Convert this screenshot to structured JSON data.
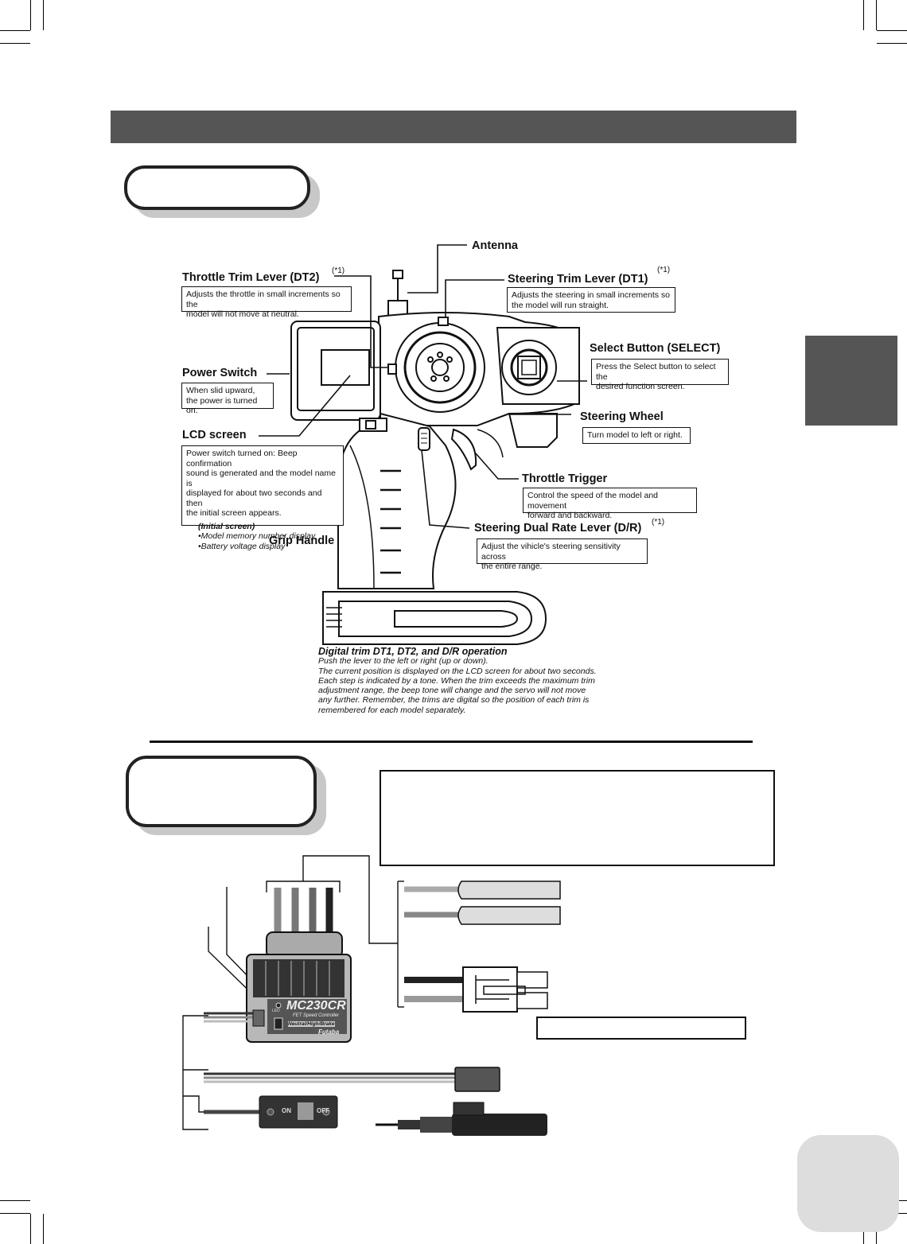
{
  "diagram": {
    "antenna": "Antenna",
    "throttle_trim": {
      "title": "Throttle Trim Lever (DT2)",
      "note": "(*1)",
      "desc": [
        "Adjusts the throttle in small increments so the",
        "model will not move at neutral."
      ]
    },
    "steering_trim": {
      "title": "Steering Trim Lever (DT1)",
      "note": "(*1)",
      "desc": [
        "Adjusts the steering in small increments so",
        "the model will run straight."
      ]
    },
    "select_button": {
      "title": "Select Button (SELECT)",
      "desc": [
        "Press the Select button to select the",
        "desired function screen."
      ]
    },
    "power_switch": {
      "title": "Power Switch",
      "desc": [
        "When slid upward,",
        "the power is turned on."
      ]
    },
    "steering_wheel": {
      "title": "Steering Wheel",
      "desc": [
        "Turn model to left or right."
      ]
    },
    "lcd_screen": {
      "title": "LCD screen",
      "desc": [
        "Power switch turned on: Beep confirmation",
        "sound is generated and the model name is",
        "displayed for about two seconds and then",
        "the initial screen appears."
      ],
      "initial_title": "(Initial screen)",
      "initial_items": [
        "•Model memory number display",
        "•Battery voltage display"
      ]
    },
    "throttle_trigger": {
      "title": "Throttle Trigger",
      "desc": [
        "Control the speed of the model and movement",
        "forward and backward."
      ]
    },
    "steering_dr": {
      "title": "Steering Dual Rate Lever (D/R)",
      "note": "(*1)",
      "desc": [
        "Adjust the vihicle's steering sensitivity across",
        "the entire range."
      ]
    },
    "grip_handle": "Grip Handle",
    "digital_trim": {
      "title": "Digital trim DT1, DT2, and D/R operation",
      "lines": [
        "Push the lever to the left or right (up or down).",
        "The current position is displayed on the LCD screen for about two seconds.",
        "Each step is indicated by a tone. When the trim exceeds the maximum trim",
        "adjustment range, the beep tone will change and the servo will not move",
        "any further. Remember, the trims are digital so the position of each trim is",
        "remembered for each model separately."
      ]
    }
  },
  "esc": {
    "model": "MC230CR",
    "sub": "FET Speed Controller",
    "modes": "Neutral/High/Brake",
    "brand": "Futaba",
    "led": "LED",
    "switch_on": "ON",
    "switch_off": "OFF"
  },
  "colors": {
    "header_bar": "#555555",
    "side_tab": "#555555",
    "page_tab": "#dddddd"
  }
}
